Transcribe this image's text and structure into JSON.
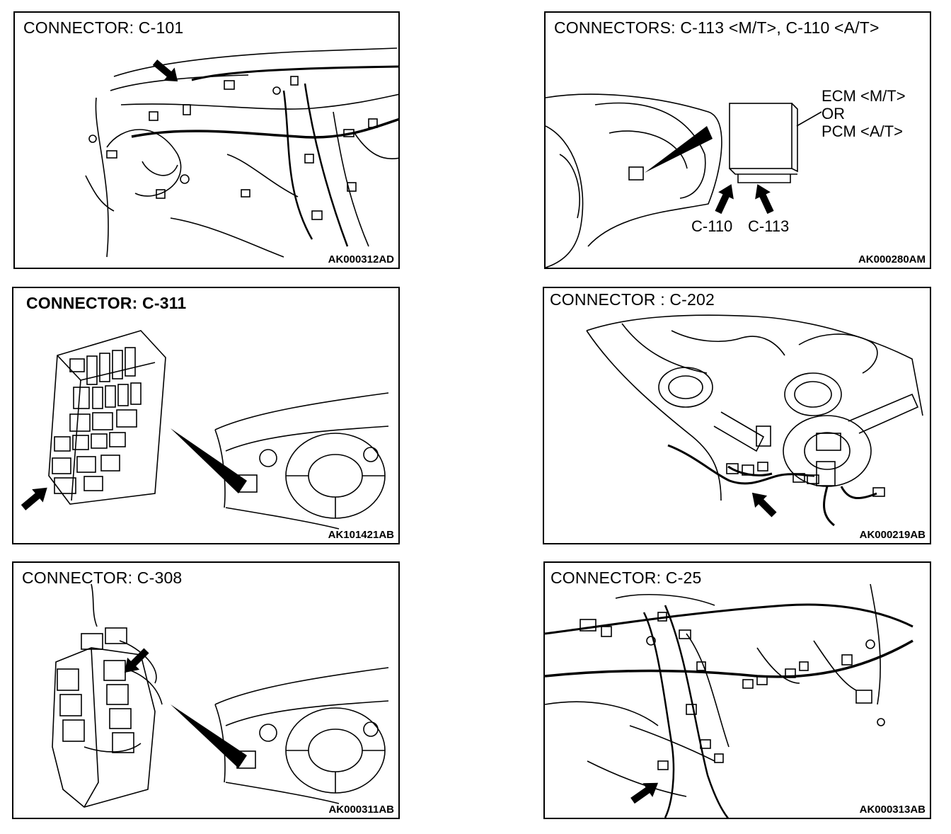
{
  "panels": [
    {
      "title": "CONNECTOR: C-101",
      "code": "AK000312AD"
    },
    {
      "title": "CONNECTORS: C-113 <M/T>, C-110 <A/T>",
      "code": "AK000280AM",
      "ecm_lines": [
        "ECM <M/T>",
        "OR",
        "PCM <A/T>"
      ],
      "connector_labels": [
        "C-110",
        "C-113"
      ]
    },
    {
      "title": "CONNECTOR: C-311",
      "code": "AK101421AB"
    },
    {
      "title": "CONNECTOR : C-202",
      "code": "AK000219AB"
    },
    {
      "title": "CONNECTOR: C-308",
      "code": "AK000311AB"
    },
    {
      "title": "CONNECTOR: C-25",
      "code": "AK000313AB"
    }
  ],
  "icons": [
    "pointer-arrow-icon"
  ]
}
